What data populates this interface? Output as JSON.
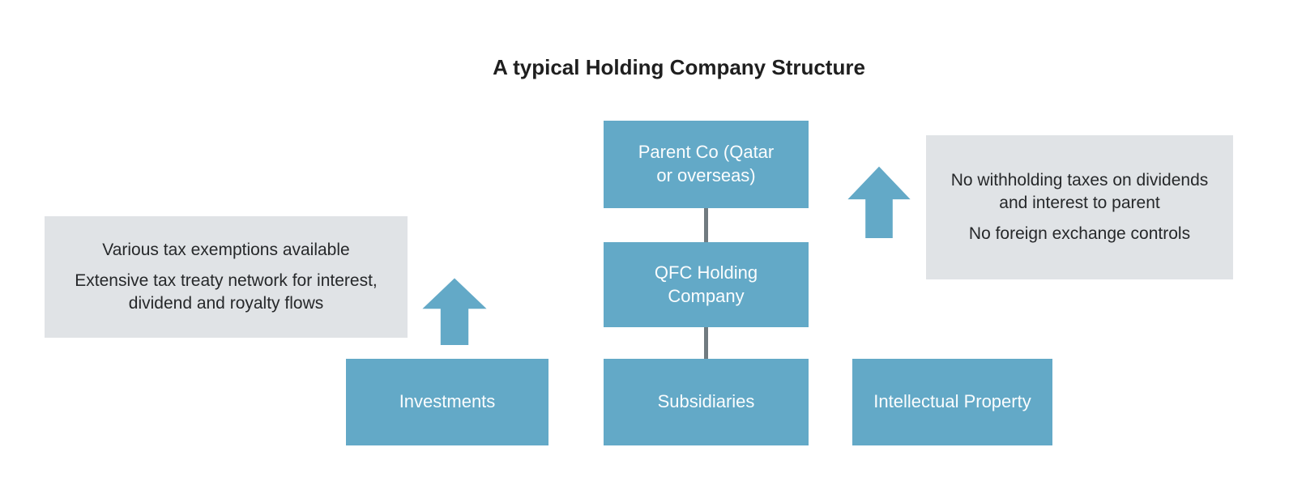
{
  "title": "A typical Holding Company Structure",
  "colors": {
    "node_fill": "#63A9C7",
    "node_text": "#FBFDFE",
    "callout_fill": "#E0E3E6",
    "callout_text": "#26282A",
    "connector": "#717B80",
    "arrow_fill": "#63A9C7",
    "title_text": "#1F1F1F"
  },
  "nodes": {
    "parent_co": {
      "label": "Parent Co (Qatar or overseas)"
    },
    "qfc_holding": {
      "label": "QFC Holding Company"
    },
    "subsidiaries": {
      "label": "Subsidiaries"
    },
    "investments": {
      "label": "Investments"
    },
    "intellectual_property": {
      "label": "Intellectual Property"
    }
  },
  "callouts": {
    "left": {
      "items": [
        "Various tax exemptions available",
        "Extensive tax treaty network for interest, dividend and royalty flows"
      ]
    },
    "right": {
      "items": [
        "No withholding taxes on dividends and interest to parent",
        "No foreign exchange controls"
      ]
    }
  },
  "icons": {
    "left_arrow": "up-block-arrow",
    "right_arrow": "up-block-arrow"
  }
}
